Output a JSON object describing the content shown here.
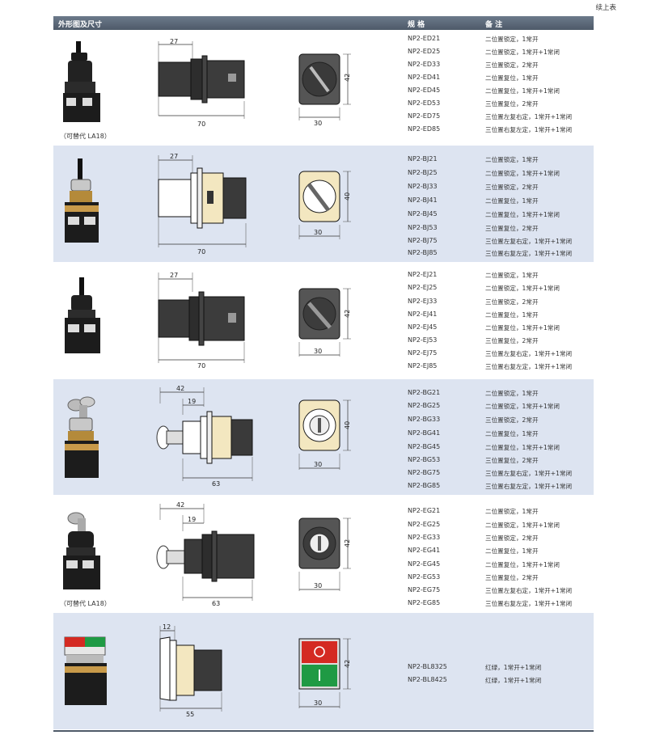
{
  "continued_label": "续上表",
  "header": {
    "col1": "外形图及尺寸",
    "col2": "规 格",
    "col3": "备 注"
  },
  "colors": {
    "header_bg": "#56626f",
    "shaded_row": "#dde4f1",
    "red_button": "#d42a22",
    "green_button": "#1f9a44"
  },
  "rows": [
    {
      "models": [
        "NP2-ED21",
        "NP2-ED25",
        "NP2-ED33",
        "NP2-ED41",
        "NP2-ED45",
        "NP2-ED53",
        "NP2-ED75",
        "NP2-ED85"
      ],
      "remarks": [
        "二位置锁定，1常开",
        "二位置锁定，1常开+1常闭",
        "三位置锁定，2常开",
        "二位置复位，1常开",
        "二位置复位，1常开+1常闭",
        "三位置复位，2常开",
        "三位置左复右定，1常开+1常闭",
        "三位置右复左定，1常开+1常闭"
      ],
      "alt": "（可替代 LA18）",
      "dims": {
        "a": "27",
        "b": "70",
        "w": "30",
        "h": "42"
      }
    },
    {
      "models": [
        "NP2-BJ21",
        "NP2-BJ25",
        "NP2-BJ33",
        "NP2-BJ41",
        "NP2-BJ45",
        "NP2-BJ53",
        "NP2-BJ75",
        "NP2-BJ85"
      ],
      "remarks": [
        "二位置锁定，1常开",
        "二位置锁定，1常开+1常闭",
        "三位置锁定，2常开",
        "二位置复位，1常开",
        "二位置复位，1常开+1常闭",
        "三位置复位，2常开",
        "三位置左复右定，1常开+1常闭",
        "三位置右复左定，1常开+1常闭"
      ],
      "dims": {
        "a": "27",
        "b": "70",
        "w": "30",
        "h": "40"
      }
    },
    {
      "models": [
        "NP2-EJ21",
        "NP2-EJ25",
        "NP2-EJ33",
        "NP2-EJ41",
        "NP2-EJ45",
        "NP2-EJ53",
        "NP2-EJ75",
        "NP2-EJ85"
      ],
      "remarks": [
        "二位置锁定，1常开",
        "二位置锁定，1常开+1常闭",
        "三位置锁定，2常开",
        "二位置复位，1常开",
        "二位置复位，1常开+1常闭",
        "三位置复位，2常开",
        "三位置左复右定，1常开+1常闭",
        "三位置右复左定，1常开+1常闭"
      ],
      "dims": {
        "a": "27",
        "b": "70",
        "w": "30",
        "h": "42"
      }
    },
    {
      "models": [
        "NP2-BG21",
        "NP2-BG25",
        "NP2-BG33",
        "NP2-BG41",
        "NP2-BG45",
        "NP2-BG53",
        "NP2-BG75",
        "NP2-BG85"
      ],
      "remarks": [
        "二位置锁定，1常开",
        "二位置锁定，1常开+1常闭",
        "三位置锁定，2常开",
        "二位置复位，1常开",
        "二位置复位，1常开+1常闭",
        "三位置复位，2常开",
        "三位置左复右定，1常开+1常闭",
        "三位置右复左定，1常开+1常闭"
      ],
      "dims": {
        "a": "42",
        "c": "19",
        "b": "63",
        "w": "30",
        "h": "40"
      }
    },
    {
      "models": [
        "NP2-EG21",
        "NP2-EG25",
        "NP2-EG33",
        "NP2-EG41",
        "NP2-EG45",
        "NP2-EG53",
        "NP2-EG75",
        "NP2-EG85"
      ],
      "remarks": [
        "二位置锁定，1常开",
        "二位置锁定，1常开+1常闭",
        "三位置锁定，2常开",
        "二位置复位，1常开",
        "二位置复位，1常开+1常闭",
        "三位置复位，2常开",
        "三位置左复右定，1常开+1常闭",
        "三位置右复左定，1常开+1常闭"
      ],
      "alt": "（可替代 LA18）",
      "dims": {
        "a": "42",
        "c": "19",
        "b": "63",
        "w": "30",
        "h": "42"
      }
    },
    {
      "models": [
        "NP2-BL8325",
        "NP2-BL8425"
      ],
      "remarks": [
        "红绿，1常开+1常闭",
        "红绿，1常开+1常闭"
      ],
      "dims": {
        "a": "12",
        "b": "55",
        "w": "30",
        "h": "42"
      }
    }
  ]
}
